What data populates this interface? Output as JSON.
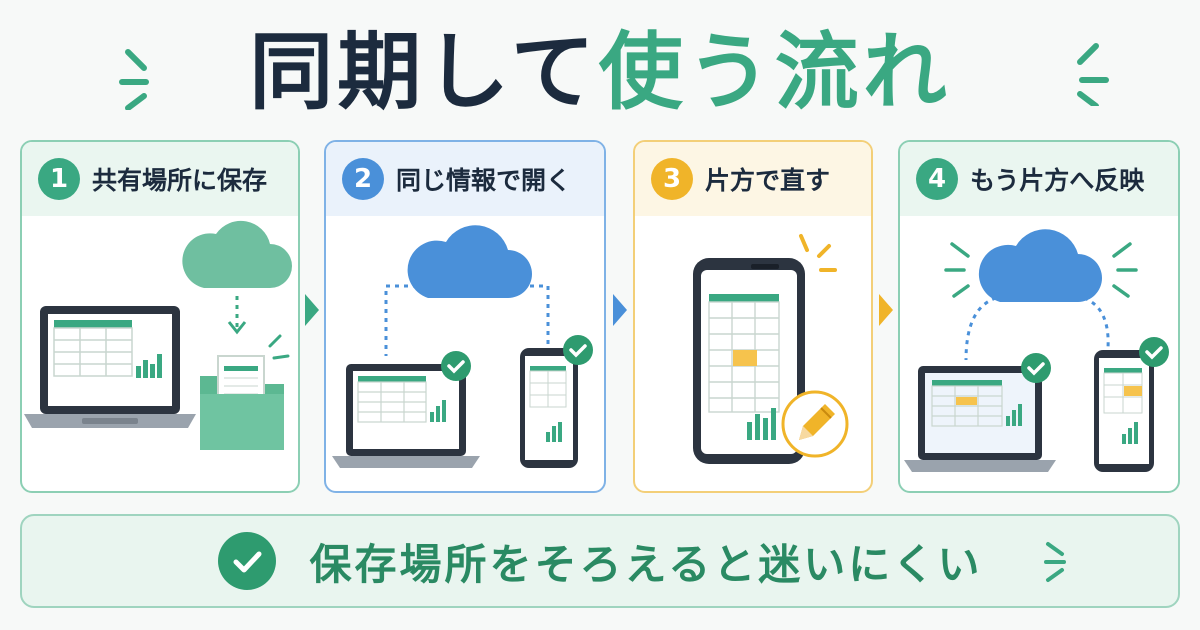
{
  "title": {
    "part1": "同期して",
    "part2": "使う流れ"
  },
  "steps": [
    {
      "number": "1",
      "label": "共有場所に保存",
      "color": "#3aa882",
      "border": "#8ccfb4",
      "head_bg": "#eaf6f0"
    },
    {
      "number": "2",
      "label": "同じ情報で開く",
      "color": "#4a90d9",
      "border": "#7fb2e6",
      "head_bg": "#eaf2fb"
    },
    {
      "number": "3",
      "label": "片方で直す",
      "color": "#f0b429",
      "border": "#f3cf78",
      "head_bg": "#fdf6e4"
    },
    {
      "number": "4",
      "label": "もう片方へ反映",
      "color": "#3aa882",
      "border": "#8ccfb4",
      "head_bg": "#eaf6f0"
    }
  ],
  "banner": {
    "text": "保存場所をそろえると迷いにくい"
  },
  "colors": {
    "green": "#3aa882",
    "blue": "#4a90d9",
    "orange": "#f0b429",
    "navy": "#1c2b3e"
  },
  "icons": [
    "cloud-icon",
    "laptop-icon",
    "smartphone-icon",
    "folder-icon",
    "document-icon",
    "check-icon",
    "pencil-icon",
    "arrow-right-icon"
  ]
}
